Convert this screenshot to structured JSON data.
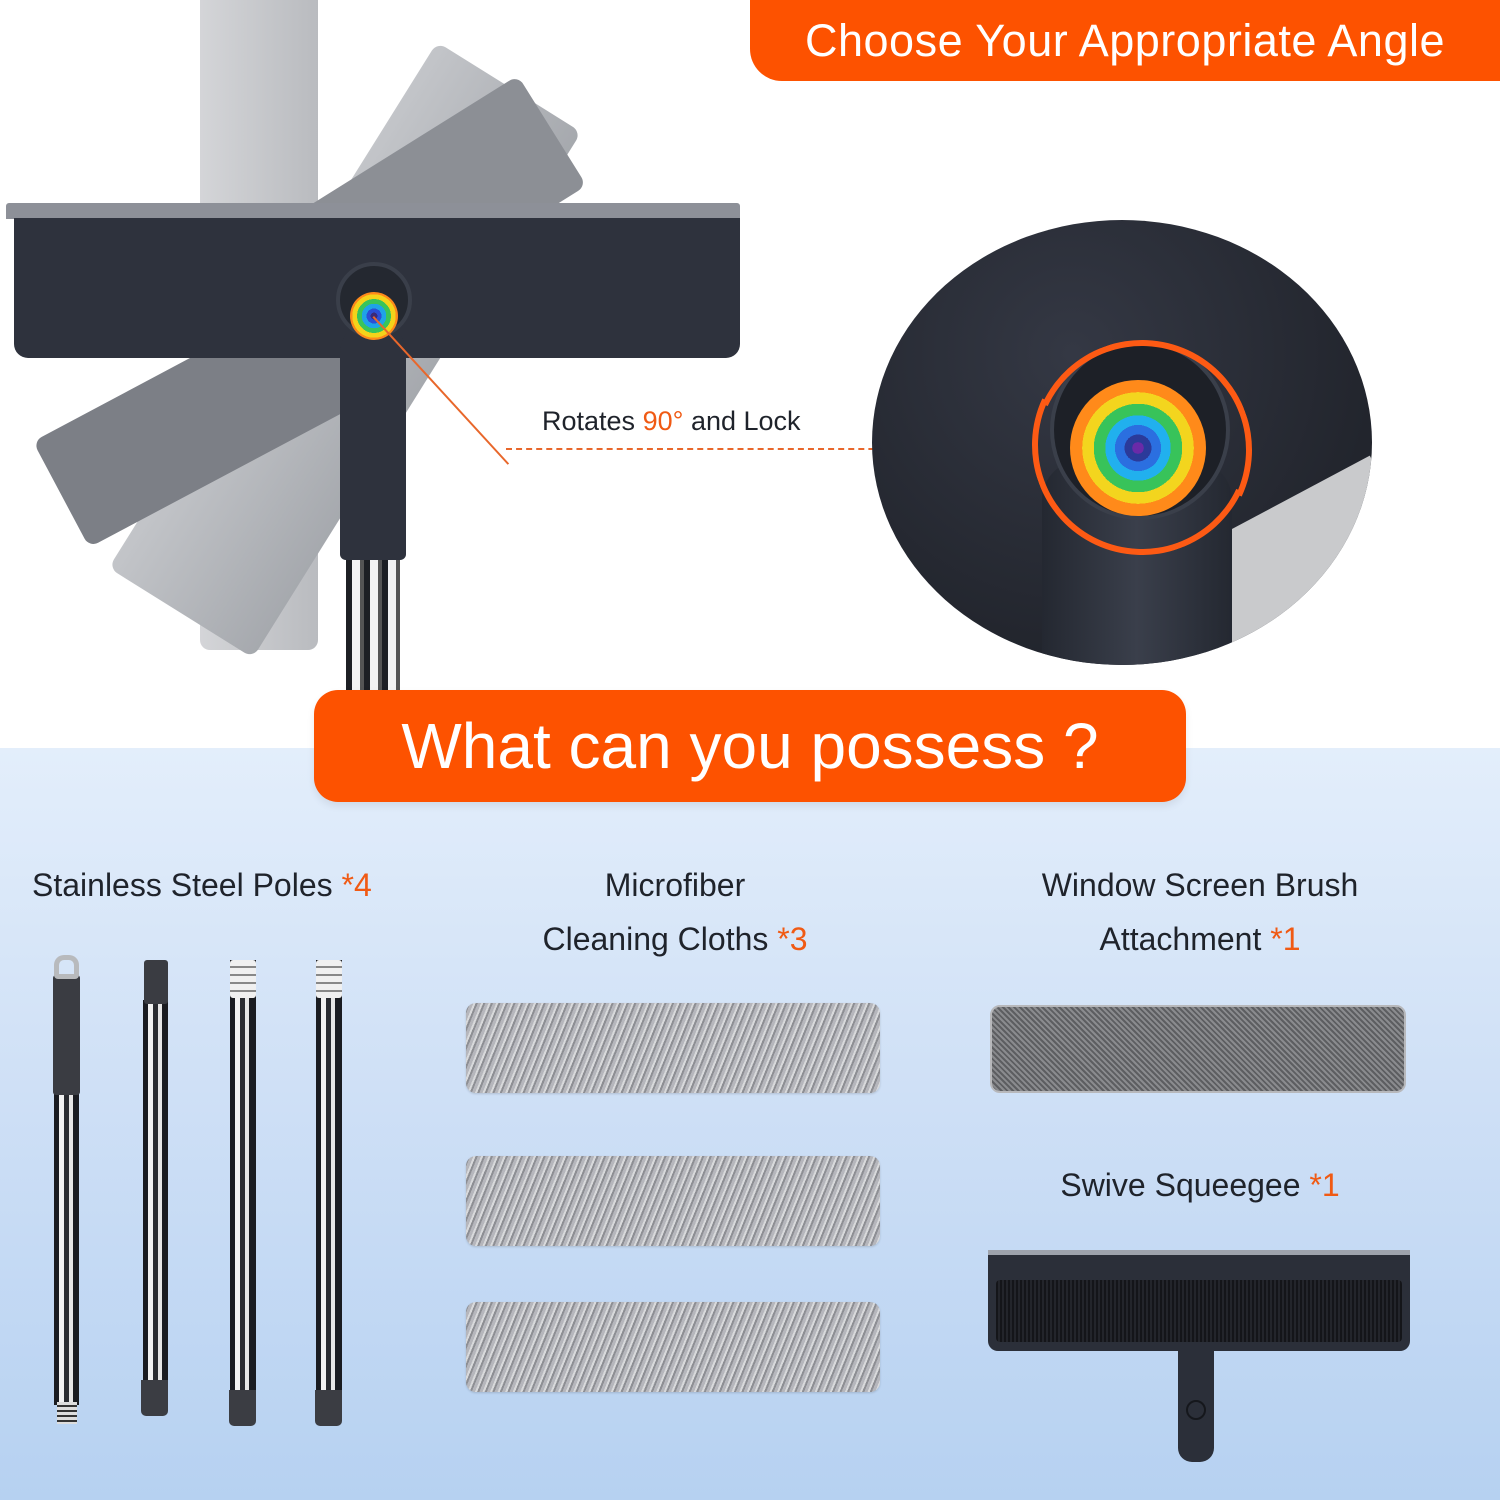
{
  "header": {
    "banner_title": "Choose Your Appropriate Angle"
  },
  "feature": {
    "rotation_prefix": "Rotates",
    "rotation_value": "90°",
    "rotation_suffix": "and Lock"
  },
  "section": {
    "title": "What can you possess ?"
  },
  "items": [
    {
      "label": "Stainless Steel Poles",
      "qty": "*4"
    },
    {
      "label_line1": "Microfiber",
      "label_line2": "Cleaning Cloths",
      "qty": "*3"
    },
    {
      "label_line1": "Window Screen Brush",
      "label_line2": "Attachment",
      "qty": "*1"
    },
    {
      "label": "Swive Squeegee",
      "qty": "*1"
    }
  ],
  "colors": {
    "accent_orange": "#fd5200",
    "accent_text_orange": "#f05a14",
    "product_dark": "#2e323d",
    "bg_blue_top": "#e3eefb",
    "bg_blue_bottom": "#b6d1f1"
  },
  "icons": {
    "rotation_lock_knob": "rainbow-rotation-knob-icon",
    "rotate_arrows": "rotate-arrows-icon"
  }
}
